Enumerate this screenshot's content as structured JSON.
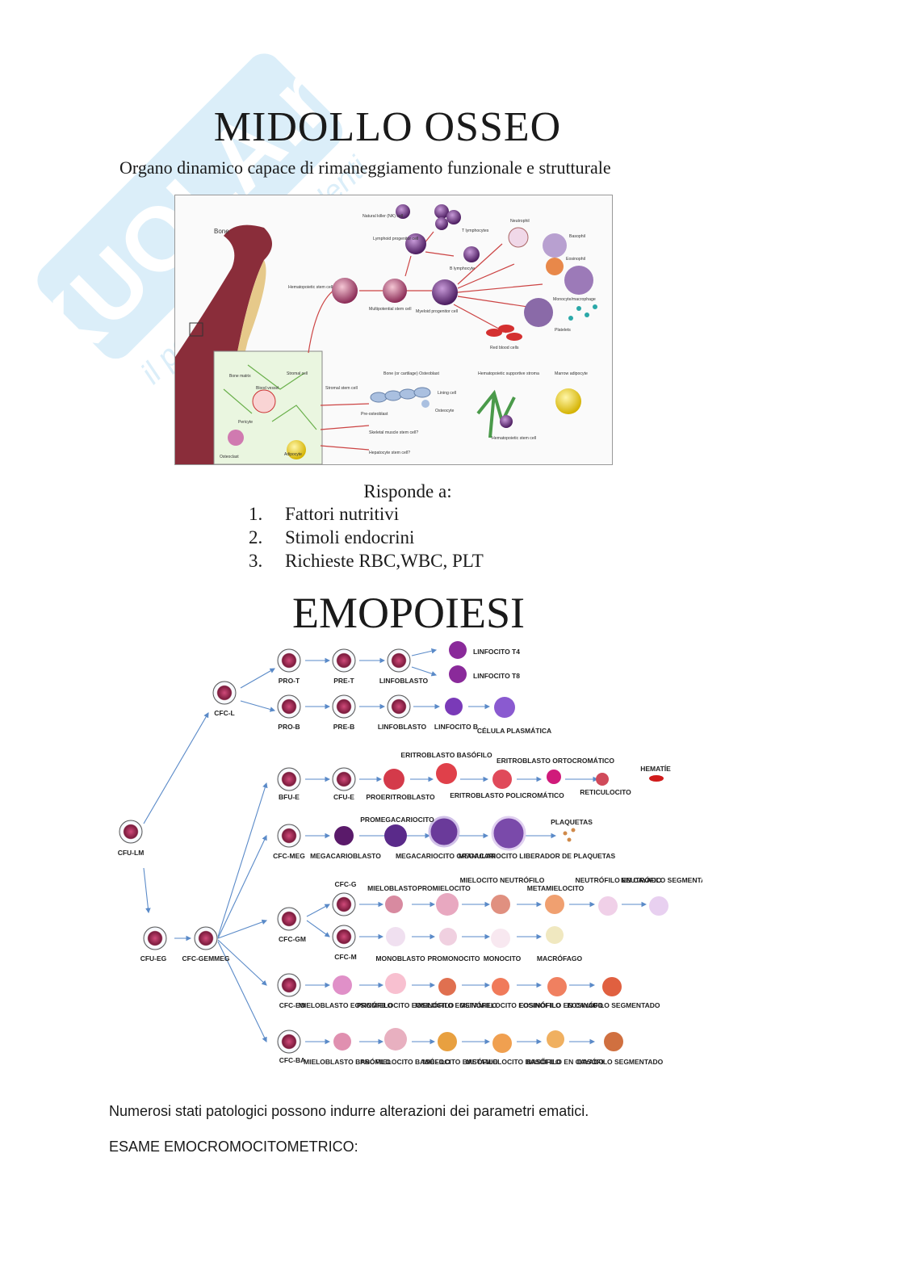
{
  "document": {
    "title": "MIDOLLO OSSEO",
    "subtitle": "Organo dinamico capace di rimaneggiamento funzionale e strutturale",
    "responds_label": "Risponde a:",
    "responds_list": [
      {
        "num": "1.",
        "text": "Fattori nutritivi"
      },
      {
        "num": "2.",
        "text": "Stimoli endocrini"
      },
      {
        "num": "3.",
        "text": "Richieste RBC,WBC, PLT"
      }
    ],
    "section_title": "EMOPOIESI",
    "paragraph": "Numerosi stati patologici possono indurre alterazioni dei parametri ematici.",
    "exam_label": "ESAME EMOCROMOCITOMETRICO:"
  },
  "watermark": {
    "brand": "SKUOLA.net",
    "tagline": "il portale degli studenti"
  },
  "figure1": {
    "labels": {
      "bone": "Bone",
      "nk": "Natural killer (NK) cell",
      "t_lymph": "T lymphocytes",
      "lymphoid": "Lymphoid progenitor cell",
      "b_lymph": "B lymphocyte",
      "neutrophil": "Neutrophil",
      "basophil": "Basophil",
      "eosinophil": "Eosinophil",
      "hsc": "Hematopoietic stem cell",
      "multipotential": "Multipotential stem cell",
      "myeloid": "Myeloid progenitor cell",
      "monocyte": "Monocyte/macrophage",
      "platelets": "Platelets",
      "rbc": "Red blood cells",
      "stromal": "Stromal stem cell",
      "osteoblast": "Bone (or cartilage) Osteoblast",
      "lining": "Lining cell",
      "osteocyte": "Osteocyte",
      "preosteoblast": "Pre-osteoblast",
      "supportive": "Hematopoietic supportive stroma",
      "marrow_adipocyte": "Marrow adipocyte",
      "hsc2": "Hematopoietic stem cell",
      "skeletal": "Skeletal muscle stem cell?",
      "hepatocyte": "Hepatocyte stem cell?",
      "bone_matrix": "Bone matrix",
      "stromal_cell": "Stromal cell",
      "blood_vessel": "Blood vessel",
      "pericyte": "Pericyte",
      "osteoclast": "Osteoclast",
      "adipocyte": "Adipocyte"
    }
  },
  "figure2": {
    "labels": {
      "cfu_lm": "CFU-LM",
      "cfc_l": "CFC-L",
      "cfu_eg": "CFU-EG",
      "cfc_gemmeg": "CFC-GEMMEG",
      "pro_t": "PRO-T",
      "pre_t": "PRE-T",
      "linfoblasto_t": "LINFOBLASTO",
      "linf_t4": "LINFOCITO T4",
      "linf_t8": "LINFOCITO T8",
      "pro_b": "PRO-B",
      "pre_b": "PRE-B",
      "linfoblasto_b": "LINFOBLASTO",
      "linf_b": "LINFOCITO B",
      "cel_plasm": "CÉLULA PLASMÁTICA",
      "bfu_e": "BFU-E",
      "cfu_e": "CFU-E",
      "proeritroblasto": "PROERITROBLASTO",
      "erit_basofilo": "ERITROBLASTO BASÓFILO",
      "erit_policrom": "ERITROBLASTO POLICROMÁTICO",
      "erit_ortocrom": "ERITROBLASTO ORTOCROMÁTICO",
      "reticulocito": "RETICULOCITO",
      "hematie": "HEMATÍE",
      "cfc_meg": "CFC-MEG",
      "megacarioblasto": "MEGACARIOBLASTO",
      "promegacariocito": "PROMEGACARIOCITO",
      "megacariocito_gran": "MEGACARIOCITO GRANULAR",
      "megacariocito_lib": "MEGACARIOCITO LIBERADOR DE PLAQUETAS",
      "plaquetas": "PLAQUETAS",
      "cfc_g": "CFC-G",
      "cfc_gm": "CFC-GM",
      "cfc_m": "CFC-M",
      "mieloblasto": "MIELOBLASTO",
      "promielocito": "PROMIELOCITO",
      "mielocito_neutr": "MIELOCITO NEUTRÓFILO",
      "metamielocito": "METAMIELOCITO",
      "neutr_cayado": "NEUTRÓFILO EN CAYADO",
      "neutr_segm": "NEUTRÓFILO SEGMENTADO",
      "monoblasto": "MONOBLASTO",
      "promonocito": "PROMONOCITO",
      "monocito": "MONOCITO",
      "macrofago": "MACRÓFAGO",
      "cfc_eo": "CFC-EO",
      "mielob_eo": "MIELOBLASTO EOSINÓFILO",
      "promiel_eo": "PROMIELOCITO EOSINÓFILO",
      "mieloc_eo": "MIELOCITO EOSINÓFILO",
      "metamiel_eo": "METAMIELOCITO EOSINÓFILO",
      "eo_cayado": "EOSINÓFILO EN CAYADO",
      "eo_segm": "EOSINÓFILO SEGMENTADO",
      "cfc_ba": "CFC-BA",
      "mielob_ba": "MIELOBLASTO BASÓFILO",
      "promiel_ba": "PROMIELOCITO BASÓFILO",
      "mieloc_ba": "MIELOCITO BASÓFILO",
      "metamiel_ba": "METAMIELOCITO BASÓFILO",
      "ba_cayado": "BASÓFILO EN CAYADO",
      "ba_segm": "BASÓFILO SEGMENTADO"
    }
  }
}
